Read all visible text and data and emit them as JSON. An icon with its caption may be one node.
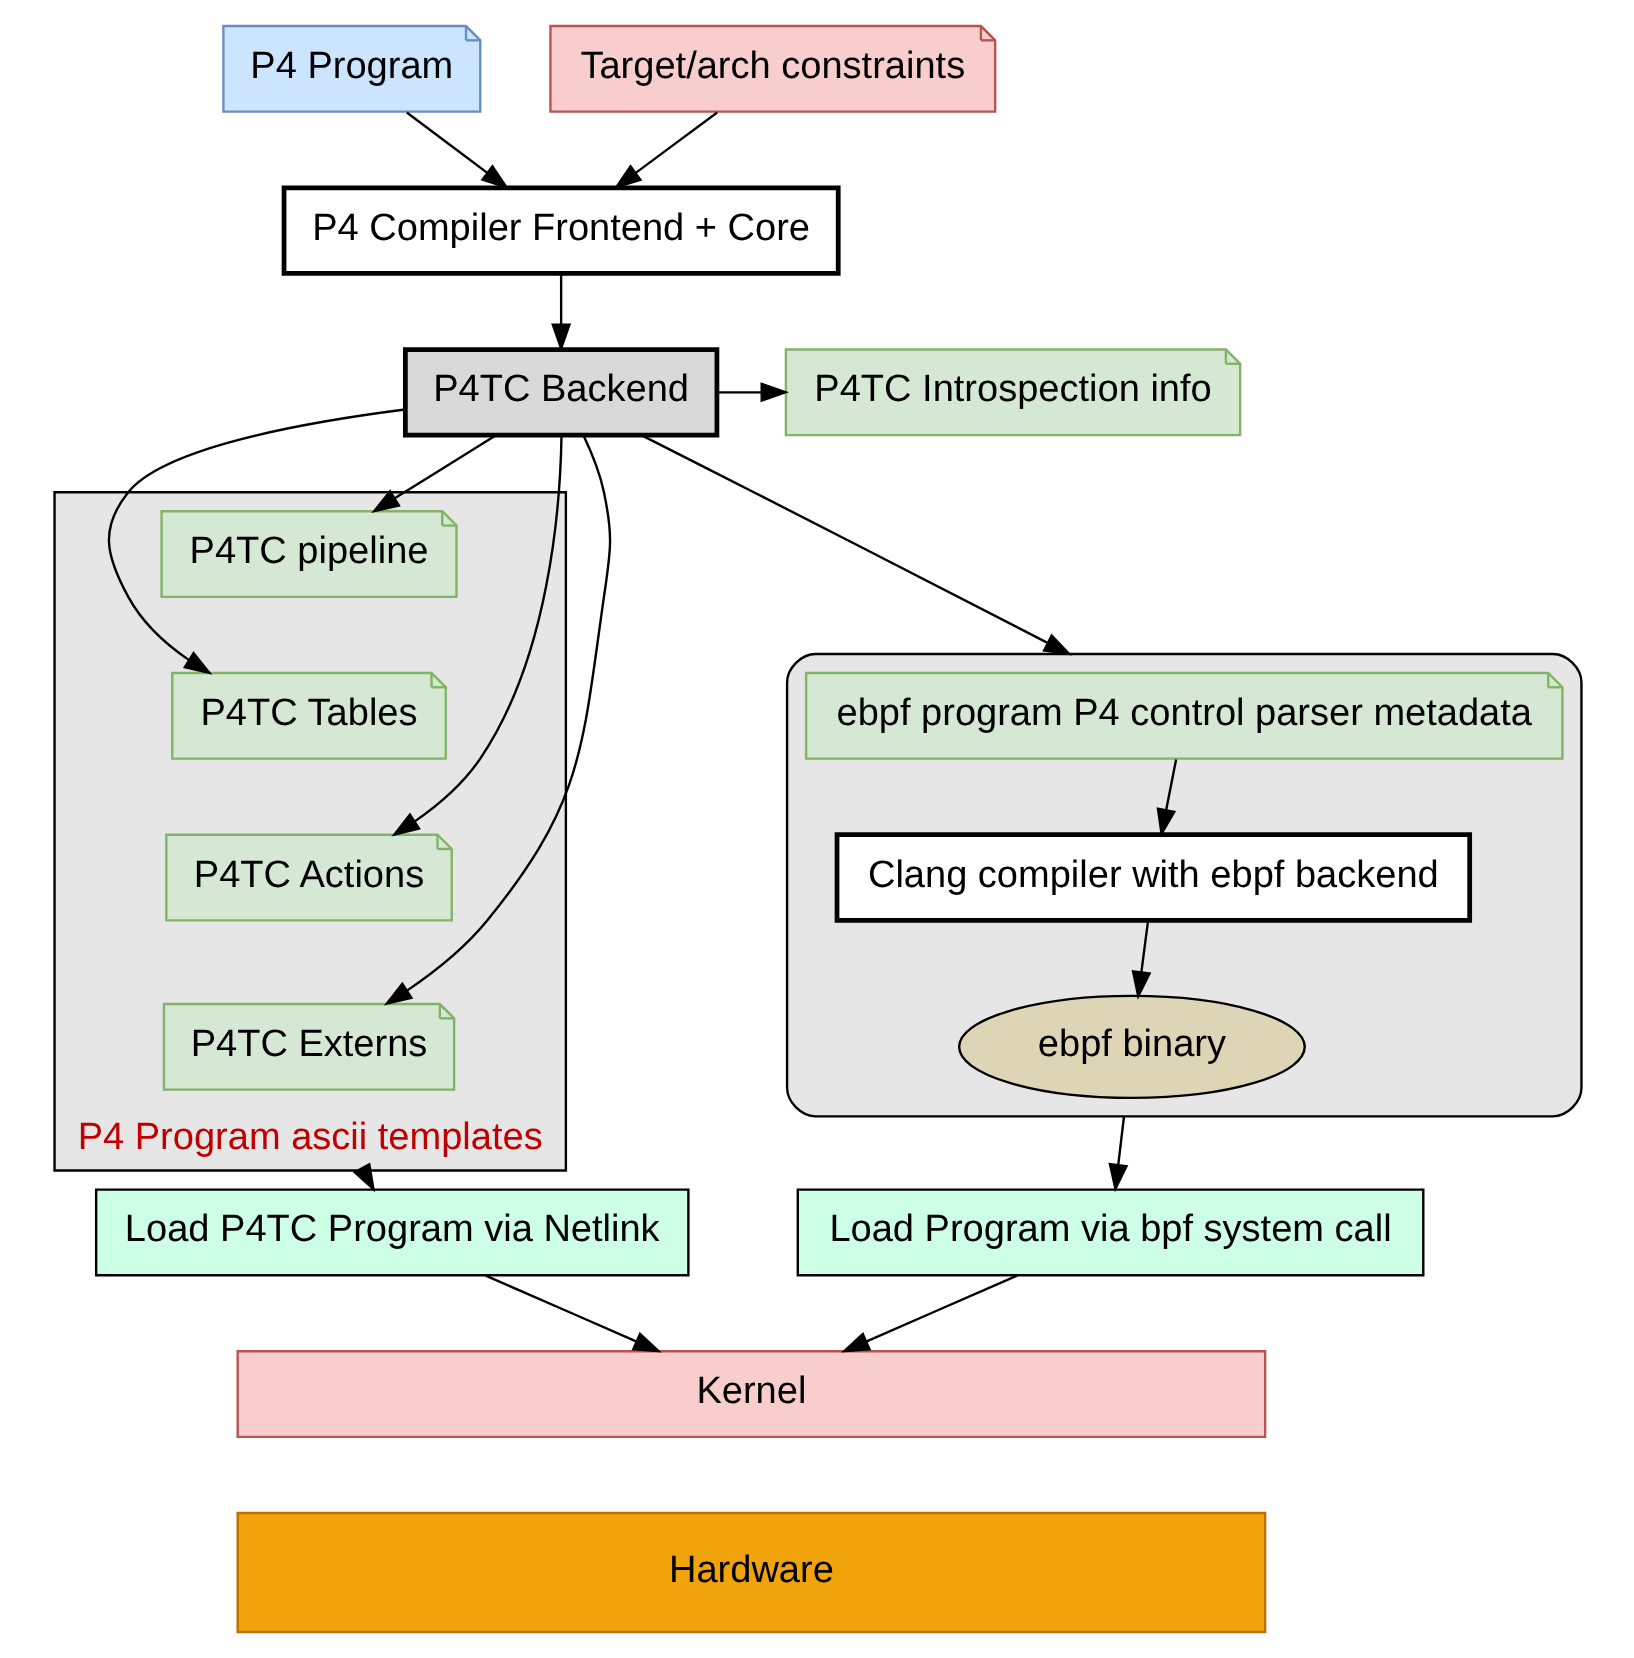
{
  "diagram": {
    "nodes": [
      {
        "text": [
          "P4 Program"
        ]
      },
      {
        "text": [
          "Target/arch constraints"
        ]
      },
      {
        "text": [
          "P4 Compiler Frontend + Core"
        ]
      },
      {
        "text": [
          "P4TC Backend"
        ]
      },
      {
        "text": [
          "P4TC Introspection info"
        ]
      },
      {
        "text": [],
        "shape": "box"
      },
      {
        "text": [
          "ebpf program P4 control parser metadata"
        ],
        "in": 5
      },
      {
        "text": [
          "Clang compiler with ebpf backend"
        ],
        "in": 5
      },
      {
        "text": [
          "ebpf binary"
        ],
        "in": 5
      },
      {
        "text": [
          "P4 Program ascii templates"
        ]
      },
      {
        "text": [
          "P4TC pipeline"
        ],
        "in": 9
      },
      {
        "text": [
          "P4TC Tables"
        ],
        "in": 9
      },
      {
        "text": [
          "P4TC Actions"
        ],
        "in": 9
      },
      {
        "text": [
          "P4TC Externs"
        ],
        "in": 9
      },
      {
        "text": [
          "Load Program via bpf system call"
        ]
      },
      {
        "text": [
          "Load P4TC Program via Netlink"
        ]
      },
      {
        "text": [
          "Kernel"
        ]
      },
      {
        "text": [
          "Hardware"
        ]
      }
    ],
    "edges": [
      {
        "from": 0,
        "to": 2,
        "arrow": "to"
      },
      {
        "from": 1,
        "to": 2,
        "arrow": "to"
      },
      {
        "from": 2,
        "to": 3,
        "arrow": "to"
      },
      {
        "from": 3,
        "to": 5,
        "arrow": "to"
      },
      {
        "from": 6,
        "to": 7,
        "arrow": "to"
      },
      {
        "from": 7,
        "to": 8,
        "arrow": "to"
      },
      {
        "from": 3,
        "to": 4,
        "arrow": "to"
      },
      {
        "from": 3,
        "to": 10,
        "arrow": "to"
      },
      {
        "from": 3,
        "to": 11,
        "arrow": "to"
      },
      {
        "from": 3,
        "to": 12,
        "arrow": "to"
      },
      {
        "from": 3,
        "to": 13,
        "arrow": "to"
      },
      {
        "from": 5,
        "to": 14,
        "arrow": "to"
      },
      {
        "from": 9,
        "to": 15,
        "arrow": "to"
      },
      {
        "from": 14,
        "to": 16,
        "arrow": "to"
      },
      {
        "from": 15,
        "to": 16,
        "arrow": "to"
      }
    ]
  }
}
